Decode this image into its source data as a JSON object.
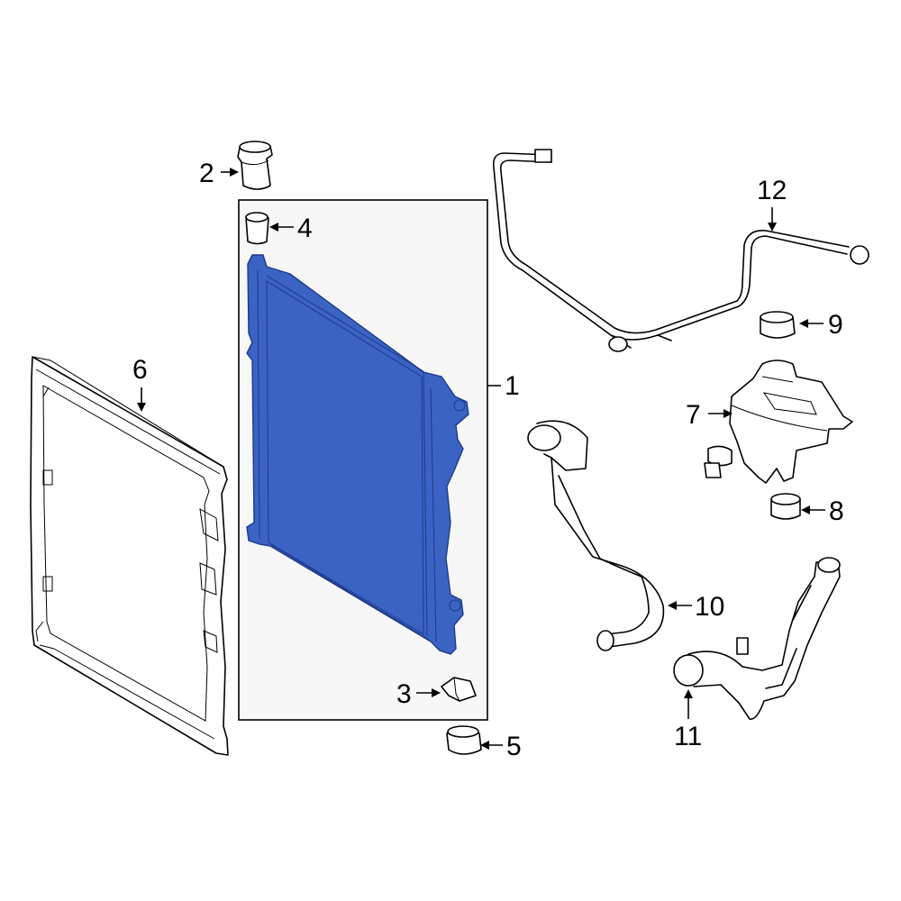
{
  "colors": {
    "highlight": "#3a63c4",
    "highlight_stroke": "#1e3a8a",
    "group_box_fill": "#f7f7f7",
    "line": "#000000",
    "background": "#ffffff"
  },
  "callouts": {
    "c1": "1",
    "c2": "2",
    "c3": "3",
    "c4": "4",
    "c5": "5",
    "c6": "6",
    "c7": "7",
    "c8": "8",
    "c9": "9",
    "c10": "10",
    "c11": "11",
    "c12": "12"
  },
  "highlighted_part": "radiator"
}
